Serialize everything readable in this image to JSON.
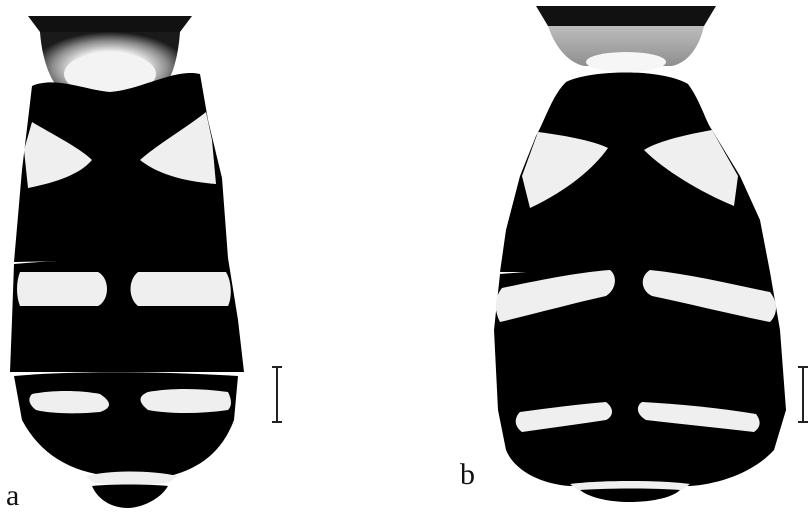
{
  "figure": {
    "panels": [
      {
        "label": "a",
        "description_key": "abdomen-dorsal-a"
      },
      {
        "label": "b",
        "description_key": "abdomen-dorsal-b"
      }
    ],
    "colors": {
      "body": "#000000",
      "marking": "#efefef",
      "background": "#ffffff",
      "petiole_dark": "#111111",
      "petiole_grey": "#9a9a9a",
      "scale_bar": "#222222"
    }
  }
}
